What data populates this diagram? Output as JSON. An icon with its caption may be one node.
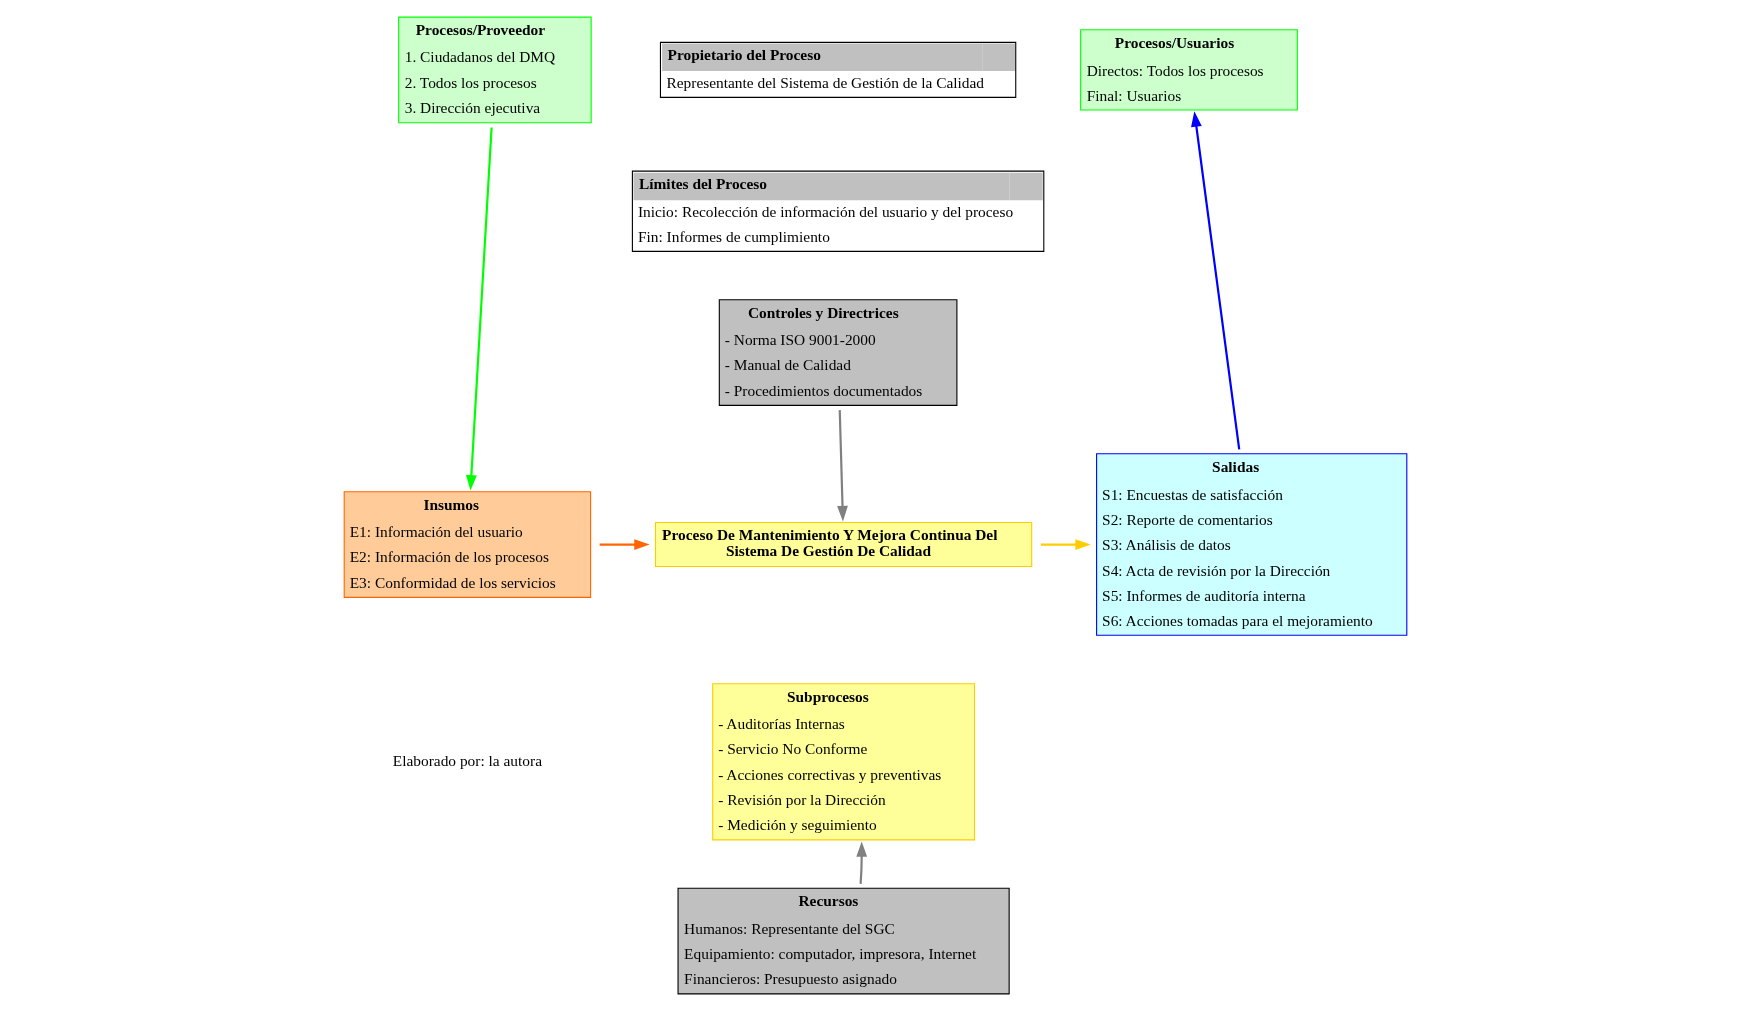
{
  "diagram": {
    "nodes": [
      {
        "text": [
          "Procesos/Proveedor",
          "1. Ciudadanos del DMQ",
          "2. Todos los procesos",
          "3. Dirección ejecutiva"
        ]
      },
      {
        "text": [
          "Propietario del Proceso",
          "Representante del Sistema de Gestión de la Calidad"
        ]
      },
      {
        "text": [
          "Límites del Proceso",
          "Inicio: Recolección de información del usuario y del proceso",
          "Fin: Informes de cumplimiento"
        ]
      },
      {
        "text": [
          "Procesos/Usuarios",
          "Directos: Todos los procesos",
          "Final: Usuarios"
        ]
      },
      {
        "text": [
          "Controles y Directrices",
          "- Norma ISO 9001-2000",
          "- Manual de Calidad",
          "- Procedimientos documentados"
        ]
      },
      {
        "text": [
          "Insumos",
          "E1: Información del usuario",
          "E2: Información de los procesos",
          "E3: Conformidad de los servicios"
        ]
      },
      {
        "text": [
          "Proceso De Mantenimiento Y Mejora Continua Del Sistema De Gestión De Calidad"
        ]
      },
      {
        "text": [
          "Subprocesos",
          "- Auditorías Internas",
          "- Servicio No Conforme",
          "- Acciones correctivas y preventivas",
          "- Revisión por la Dirección",
          "- Medición y seguimiento"
        ]
      },
      {
        "text": [
          "Salidas",
          "S1: Encuestas de satisfacción",
          "S2: Reporte de comentarios",
          "S3: Análisis de datos",
          "S4: Acta de revisión por la Dirección",
          "S5: Informes de auditoría interna",
          "S6: Acciones tomadas para el mejoramiento"
        ]
      },
      {
        "text": [
          "Recursos",
          "Humanos: Representante del SGC",
          "Equipamiento: computador, impresora, Internet",
          "Financieros: Presupuesto asignado"
        ]
      }
    ],
    "edges": [
      {
        "from": 0,
        "to": 5,
        "arrow": "to",
        "color": "#00ff00"
      },
      {
        "from": 5,
        "to": 6,
        "arrow": "to",
        "color": "#ff6600"
      },
      {
        "from": 4,
        "to": 6,
        "arrow": "to",
        "color": "#808080"
      },
      {
        "from": 9,
        "to": 7,
        "arrow": "to",
        "color": "#808080"
      },
      {
        "from": 6,
        "to": 8,
        "arrow": "to",
        "color": "#ffcc00"
      },
      {
        "from": 8,
        "to": 3,
        "arrow": "to",
        "color": "#0000ff"
      }
    ],
    "labels": [
      "Elaborado por: la autora"
    ]
  }
}
